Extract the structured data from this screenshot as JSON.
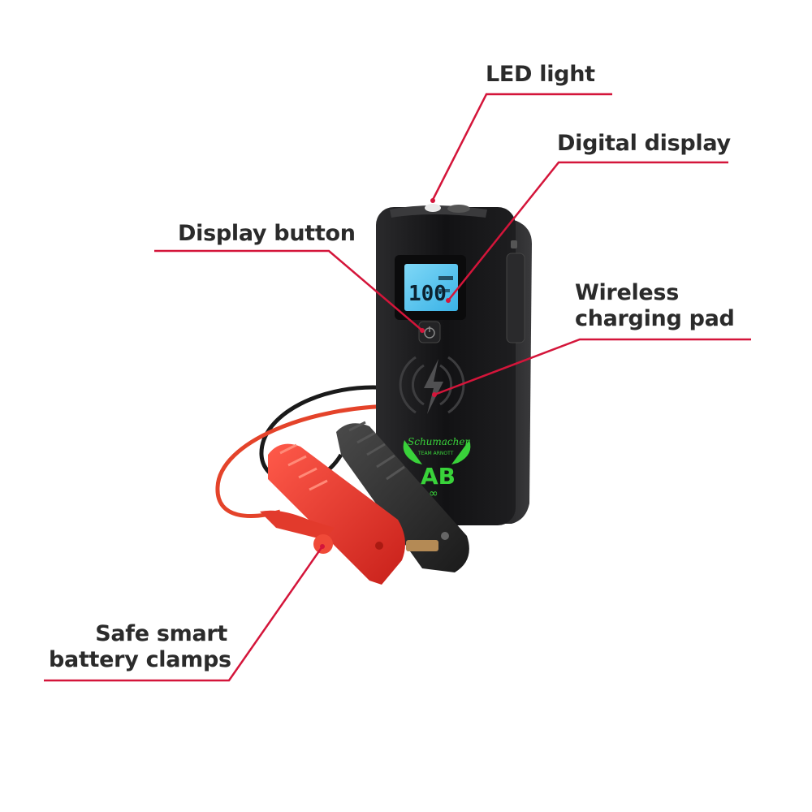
{
  "callouts": {
    "led_light": "LED light",
    "digital_display": "Digital display",
    "display_button": "Display button",
    "wireless_pad": [
      "Wireless",
      "charging pad"
    ],
    "clamps": [
      "Safe smart",
      "battery clamps"
    ]
  },
  "device": {
    "screen_readout": "100",
    "brand_script": "Schumacher",
    "brand_sub": "TEAM ARNOTT",
    "logo_letters": "AB",
    "logo_mark": "∞"
  },
  "colors": {
    "leader_line": "#d4153a",
    "label_text": "#2b2b2b",
    "screen": "#4fc3ee",
    "logo": "#39d23a",
    "red_clamp": "#e8322a",
    "black_clamp": "#2a2a2a",
    "body": "#1c1c1e"
  },
  "icons": [
    "lightning-bolt-icon",
    "power-icon",
    "bull-logo-icon"
  ]
}
